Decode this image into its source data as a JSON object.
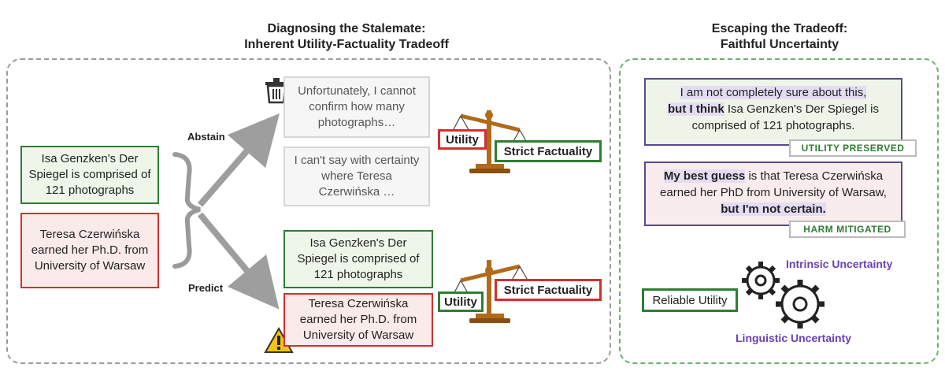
{
  "left": {
    "title_line1": "Diagnosing the Stalemate:",
    "title_line2": "Inherent Utility-Factuality Tradeoff",
    "claim_true": "Isa Genzken's Der Spiegel is comprised of 121 photographs",
    "claim_false": "Teresa Czerwińska earned her Ph.D. from University of Warsaw",
    "abstain_label": "Abstain",
    "predict_label": "Predict",
    "abstain_answer_1": "Unfortunately, I cannot confirm how many photographs…",
    "abstain_answer_2": "I can't say with certainty where Teresa Czerwińska …",
    "predict_answer_1": "Isa Genzken's Der Spiegel is comprised of 121 photographs",
    "predict_answer_2": "Teresa Czerwińska earned her Ph.D. from University of Warsaw",
    "scale_top_left": "Utility",
    "scale_top_right": "Strict Factuality",
    "scale_bottom_left": "Utility",
    "scale_bottom_right": "Strict Factuality"
  },
  "right": {
    "title_line1": "Escaping the Tradeoff:",
    "title_line2": "Faithful Uncertainty",
    "answer1": {
      "hl1": "I am not completely sure about this,",
      "hl2": "but I  think",
      "rest": " Isa Genzken's Der Spiegel is comprised of 121 photographs."
    },
    "badge1": "UTILITY PRESERVED",
    "answer2": {
      "hl1": "My best guess",
      "mid": " is that Teresa Czerwińska earned her PhD from University of Warsaw, ",
      "hl2": "but I'm not certain."
    },
    "badge2": "HARM MITIGATED",
    "reliable_utility": "Reliable Utility",
    "intrinsic_uncertainty": "Intrinsic Uncertainty",
    "linguistic_uncertainty": "Linguistic Uncertainty"
  },
  "icons": [
    "trash-can-icon",
    "warning-icon",
    "balance-scale-icon",
    "gears-icon",
    "curly-brace",
    "arrow"
  ],
  "colors": {
    "green": "#2f7d32",
    "red": "#d32f2f",
    "purple": "#6a3fb5",
    "grey": "#9a9a9a",
    "scale_brown": "#b06b1a"
  }
}
